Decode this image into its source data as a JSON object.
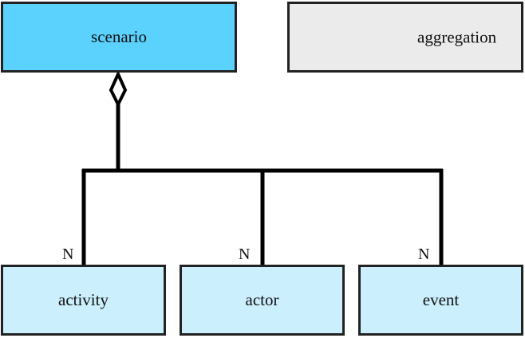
{
  "diagram": {
    "parent": {
      "label": "scenario",
      "fill": "#5bd1fe"
    },
    "legend": {
      "label": "aggregation",
      "fill": "#ebebeb"
    },
    "children": [
      {
        "label": "activity",
        "multiplicity": "N"
      },
      {
        "label": "actor",
        "multiplicity": "N"
      },
      {
        "label": "event",
        "multiplicity": "N"
      }
    ],
    "child_fill": "#cbeffd",
    "line_color": "#000000"
  }
}
